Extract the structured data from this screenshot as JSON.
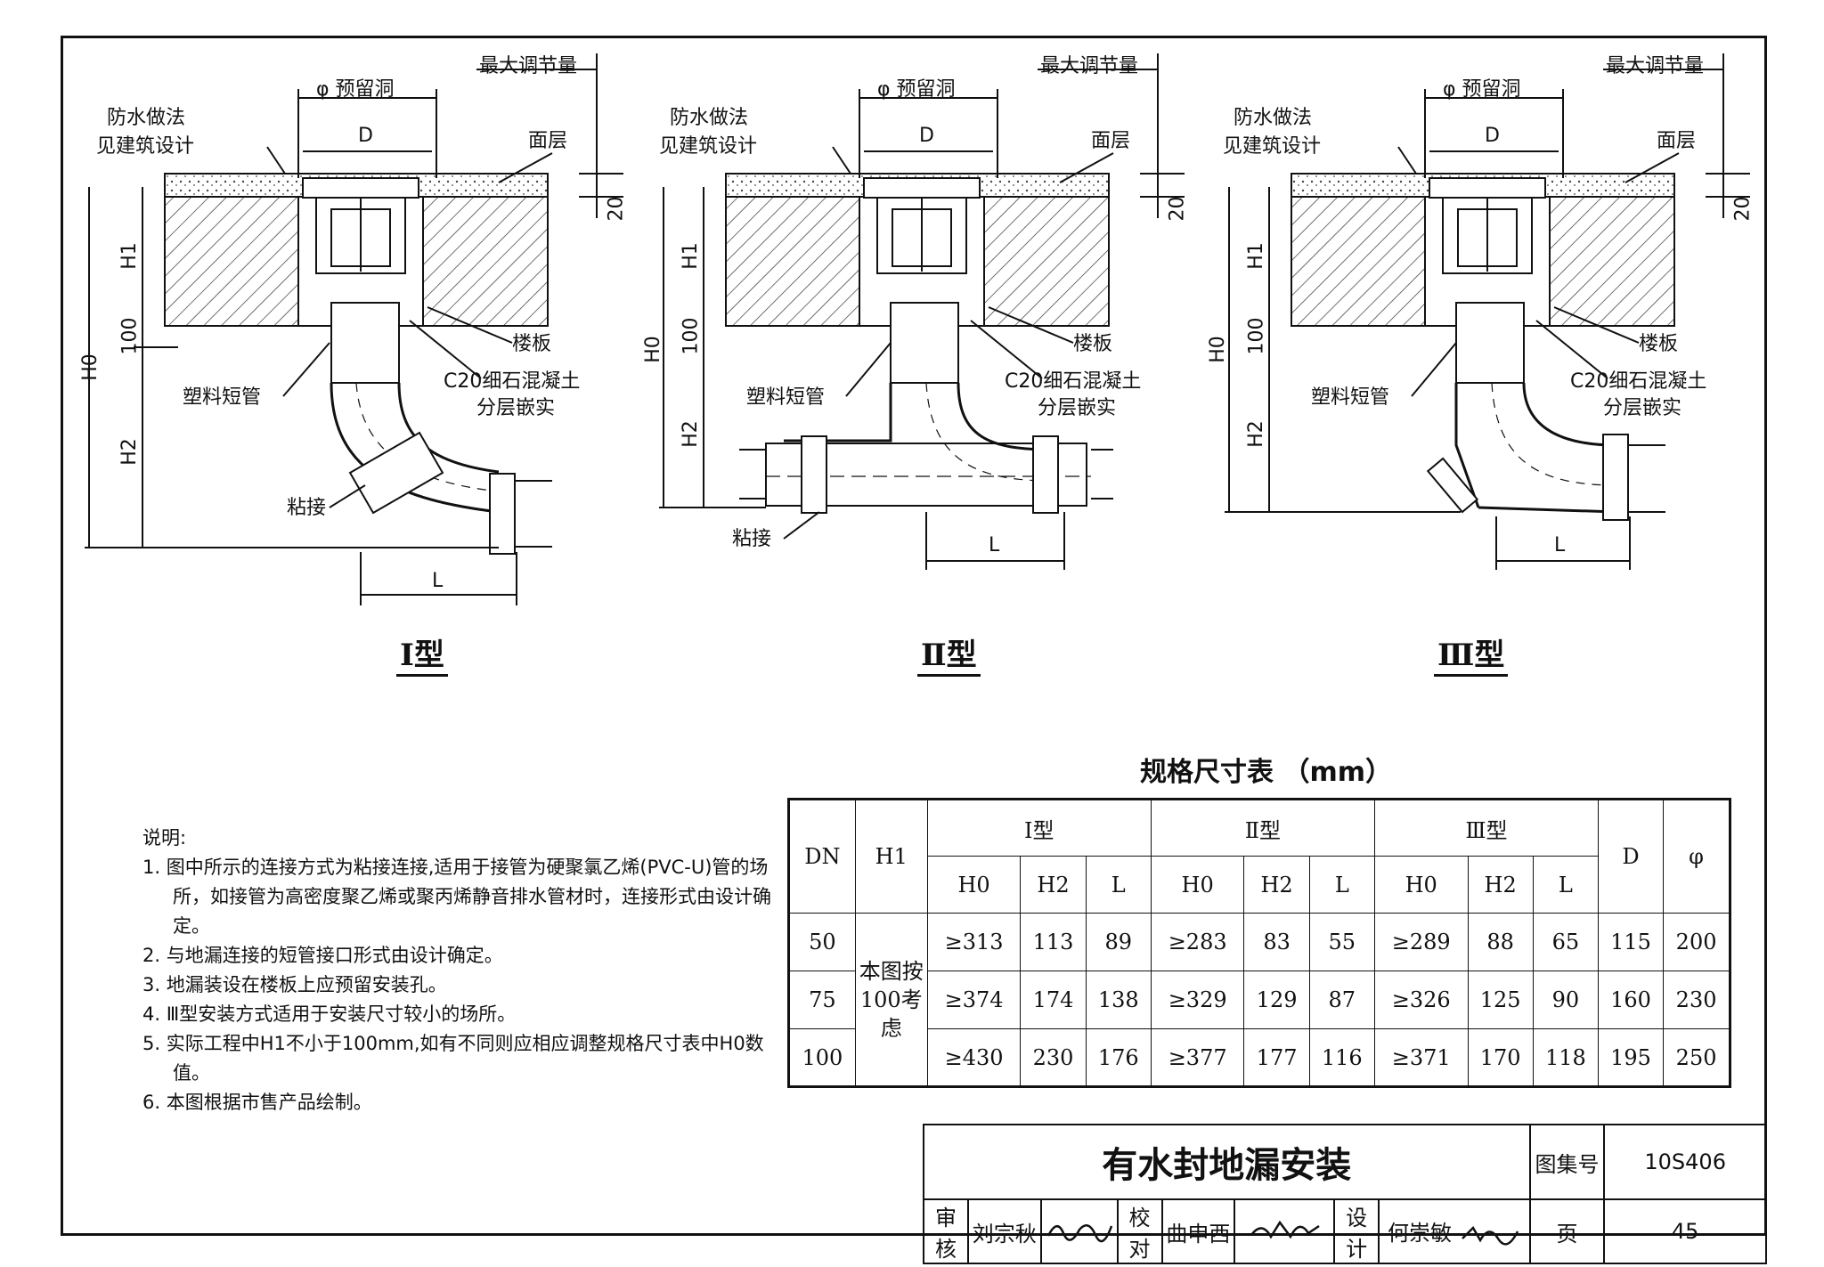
{
  "figures": [
    {
      "title": "Ⅰ型",
      "labels": {
        "reserved_hole": "φ 预留洞",
        "max_adjust": "最大调节量",
        "waterproof_1": "防水做法",
        "waterproof_2": "见建筑设计",
        "surface": "面层",
        "d": "D",
        "dim_20": "20",
        "h1": "H1",
        "dim_100": "100",
        "h0": "H0",
        "h2": "H2",
        "slab": "楼板",
        "concrete_1": "C20细石混凝土",
        "concrete_2": "分层嵌实",
        "short_pipe": "塑料短管",
        "bond": "粘接",
        "l": "L"
      }
    },
    {
      "title": "Ⅱ型",
      "labels": {
        "reserved_hole": "φ 预留洞",
        "max_adjust": "最大调节量",
        "waterproof_1": "防水做法",
        "waterproof_2": "见建筑设计",
        "surface": "面层",
        "d": "D",
        "dim_20": "20",
        "h1": "H1",
        "dim_100": "100",
        "h0": "H0",
        "h2": "H2",
        "slab": "楼板",
        "concrete_1": "C20细石混凝土",
        "concrete_2": "分层嵌实",
        "short_pipe": "塑料短管",
        "bond": "粘接",
        "l": "L"
      }
    },
    {
      "title": "Ⅲ型",
      "labels": {
        "reserved_hole": "φ 预留洞",
        "max_adjust": "最大调节量",
        "waterproof_1": "防水做法",
        "waterproof_2": "见建筑设计",
        "surface": "面层",
        "d": "D",
        "dim_20": "20",
        "h1": "H1",
        "dim_100": "100",
        "h0": "H0",
        "h2": "H2",
        "slab": "楼板",
        "concrete_1": "C20细石混凝土",
        "concrete_2": "分层嵌实",
        "short_pipe": "塑料短管",
        "l": "L"
      }
    }
  ],
  "notes": {
    "heading": "说明:",
    "items": [
      "1. 图中所示的连接方式为粘接连接,适用于接管为硬聚氯乙烯(PVC-U)管的场所，如接管为高密度聚乙烯或聚丙烯静音排水管材时，连接形式由设计确定。",
      "2. 与地漏连接的短管接口形式由设计确定。",
      "3. 地漏装设在楼板上应预留安装孔。",
      "4. Ⅲ型安装方式适用于安装尺寸较小的场所。",
      "5. 实际工程中H1不小于100mm,如有不同则应相应调整规格尺寸表中H0数值。",
      "6. 本图根据市售产品绘制。"
    ]
  },
  "table": {
    "title": "规格尺寸表 （mm）",
    "col_dn": "DN",
    "col_h1": "H1",
    "type_1": "Ⅰ型",
    "type_2": "Ⅱ型",
    "type_3": "Ⅲ型",
    "col_d": "D",
    "col_phi": "φ",
    "sub_h0": "H0",
    "sub_h2": "H2",
    "sub_l": "L",
    "h1_note": "本图按100考虑",
    "rows": [
      [
        "50",
        "≥313",
        "113",
        "89",
        "≥283",
        "83",
        "55",
        "≥289",
        "88",
        "65",
        "115",
        "200"
      ],
      [
        "75",
        "≥374",
        "174",
        "138",
        "≥329",
        "129",
        "87",
        "≥326",
        "125",
        "90",
        "160",
        "230"
      ],
      [
        "100",
        "≥430",
        "230",
        "176",
        "≥377",
        "177",
        "116",
        "≥371",
        "170",
        "118",
        "195",
        "250"
      ]
    ]
  },
  "title_block": {
    "title": "有水封地漏安装",
    "atlas_label": "图集号",
    "atlas_no": "10S406",
    "review_label": "审核",
    "reviewer": "刘宗秋",
    "check_label": "校对",
    "checker": "曲申西",
    "design_label": "设计",
    "designer": "何崇敏",
    "page_label": "页",
    "page_no": "45"
  }
}
